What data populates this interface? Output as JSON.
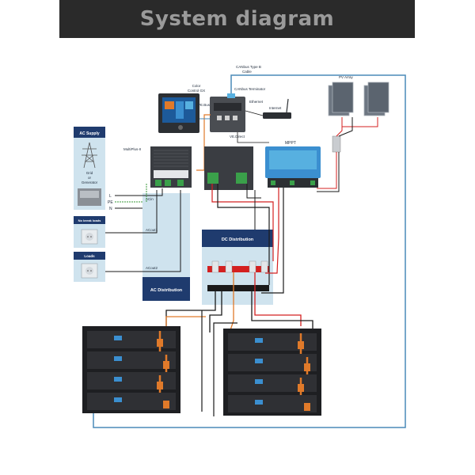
{
  "title": "System diagram",
  "labels": {
    "canbus_cable": "CANbus Type B",
    "canbus_cable_2": "Cable",
    "canbus_terminator": "CANbus Terminator",
    "color_control_1": "Color",
    "color_control_2": "Control GX",
    "vebus": "VE.Bus",
    "ethernet": "Ethernet",
    "internet": "Internet",
    "pv_array": "PV Array",
    "multiplus": "MultiPlus-II",
    "vedirect": "VE.Direct",
    "mppt": "MPPT",
    "ac_supply": "AC Supply",
    "grid_1": "Grid",
    "grid_2": "or",
    "grid_3": "Generator",
    "no_break_loads": "No break loads",
    "loads": "Loads",
    "l": "L",
    "pe": "PE",
    "n": "N",
    "acin": "ACin",
    "acout1": "ACout1",
    "acout2": "ACout2",
    "ac_distribution": "AC Distribution",
    "dc_distribution": "DC Distribution"
  },
  "colors": {
    "banner_bg": "#2a2a2a",
    "banner_text": "#9a9a9a",
    "navy": "#1f3b6e",
    "light_blue_panel": "#cfe3ee",
    "positive_wire": "#d42020",
    "negative_wire": "#1a1a1a",
    "battery_link": "#e07a2a",
    "comm_cable": "#4a8ab8",
    "mppt_blue": "#3b8fd0"
  }
}
